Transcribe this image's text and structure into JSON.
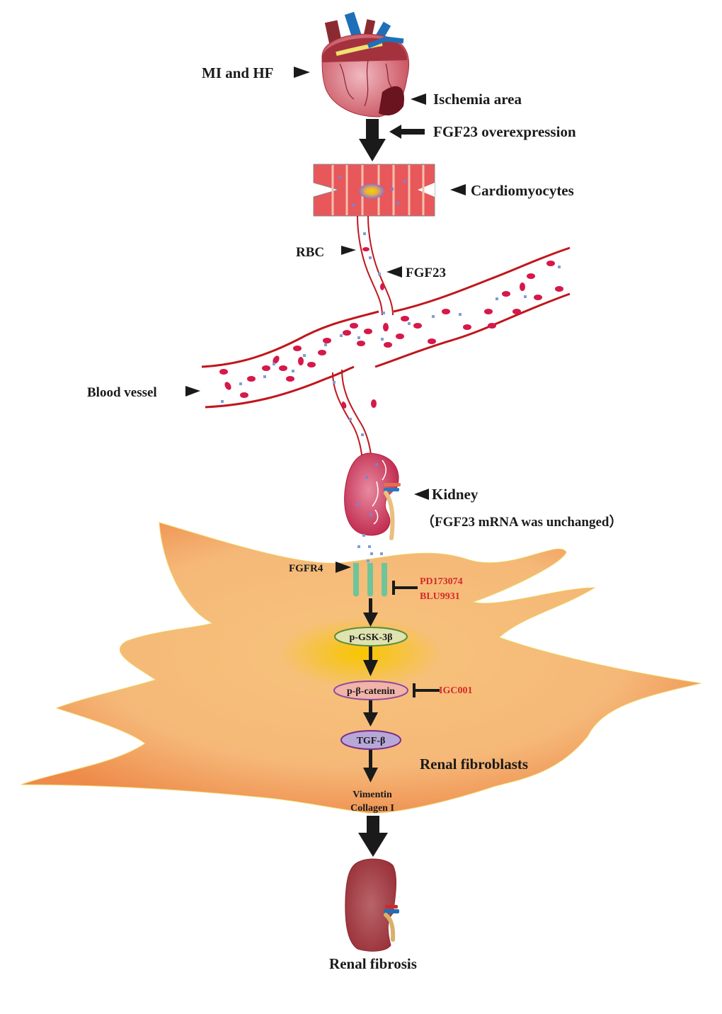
{
  "title": "FGF23 cardiorenal signaling pathway diagram",
  "colors": {
    "text": "#1a1a1a",
    "inhibitor": "#d42a2a",
    "vessel_wall": "#c0161c",
    "rbc": "#d6184a",
    "fgf23": "#7f9fd6",
    "fibroblast_edge": "#ee8a4a",
    "fibroblast_center": "#f6c07a",
    "fibroblast_core": "#f7c600",
    "receptor": "#6fc49a"
  },
  "labels": {
    "mi_hf": "MI and HF",
    "ischemia": "Ischemia area",
    "fgf23_over": "FGF23 overexpression",
    "cardiomyocytes": "Cardiomyocytes",
    "rbc": "RBC",
    "fgf23": "FGF23",
    "blood_vessel": "Blood vessel",
    "kidney": "Kidney",
    "kidney_note": "（FGF23 mRNA was unchanged）",
    "fgfr4": "FGFR4",
    "renal_fibroblasts": "Renal fibroblasts",
    "renal_fibrosis": "Renal fibrosis"
  },
  "pathway": {
    "nodes": [
      {
        "id": "pgsk",
        "label": "p-GSK-3β",
        "fill": "#dfe3b0",
        "stroke": "#5c8a3a"
      },
      {
        "id": "pbcat",
        "label": "p-β-catenin",
        "fill": "#f2b3a8",
        "stroke": "#8a4aa0"
      },
      {
        "id": "tgfb",
        "label": "TGF-β",
        "fill": "#b7a8d8",
        "stroke": "#7a2d8a"
      }
    ],
    "outputs": [
      "Vimentin",
      "Collagen I"
    ],
    "inhibitors": {
      "receptor": [
        "PD173074",
        "BLU9931"
      ],
      "catenin": [
        "IGC001"
      ]
    }
  }
}
